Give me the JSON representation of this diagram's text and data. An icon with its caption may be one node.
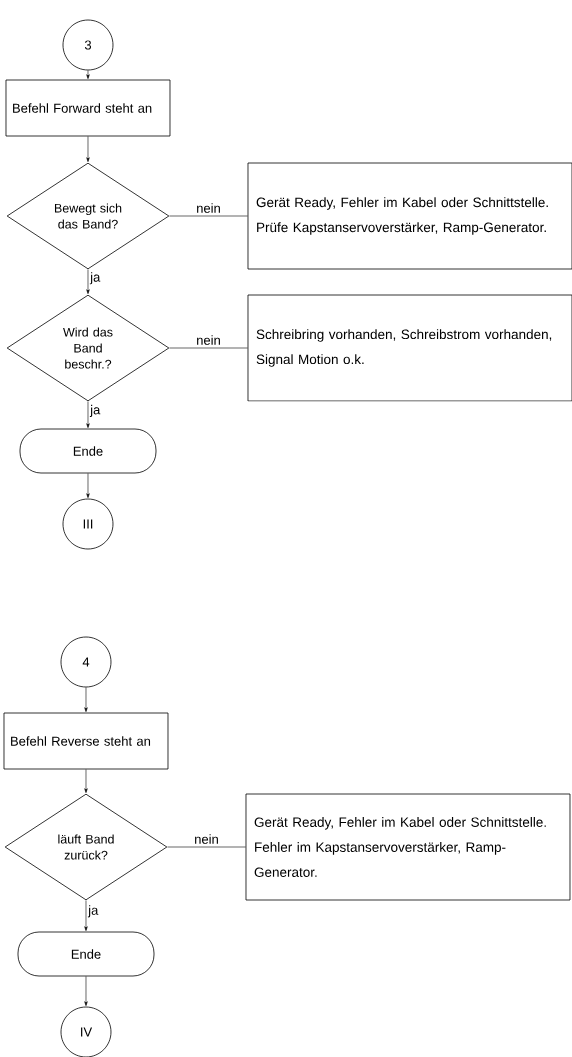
{
  "diagram": {
    "nodes": [
      {
        "text": [
          "3"
        ]
      },
      {
        "text": [
          "Befehl Forward steht an"
        ]
      },
      {
        "text": [
          "Bewegt sich das Band?"
        ]
      },
      {
        "text": [
          "Gerät Ready, Fehler im Kabel oder Schnittstelle. Prüfe Kapstanservoverstärker, Ramp-Generator."
        ]
      },
      {
        "text": [
          "Wird das Band beschr.?"
        ]
      },
      {
        "text": [
          "Schreibring vorhanden, Schreibstrom vorhanden, Signal Motion o.k."
        ]
      },
      {
        "text": [
          "Ende"
        ]
      },
      {
        "text": [
          "III"
        ]
      },
      {
        "text": [
          "4"
        ]
      },
      {
        "text": [
          "Befehl Reverse steht an"
        ]
      },
      {
        "text": [
          "läuft Band zurück?"
        ]
      },
      {
        "text": [
          "Gerät Ready, Fehler im Kabel oder Schnittstelle.",
          "Fehler im Kapstanservoverstärker, Ramp-Generator."
        ]
      },
      {
        "text": [
          "Ende"
        ]
      },
      {
        "text": [
          "IV"
        ]
      }
    ],
    "edges": [
      {
        "from": 0,
        "to": 1,
        "arrow": "to"
      },
      {
        "from": 1,
        "to": 2,
        "arrow": "to"
      },
      {
        "from": 2,
        "to": 3,
        "arrow": "none",
        "label": "nein"
      },
      {
        "from": 2,
        "to": 4,
        "arrow": "to",
        "label": "ja"
      },
      {
        "from": 4,
        "to": 5,
        "arrow": "none",
        "label": "nein"
      },
      {
        "from": 4,
        "to": 6,
        "arrow": "to",
        "label": "ja"
      },
      {
        "from": 6,
        "to": 7,
        "arrow": "to"
      },
      {
        "from": 8,
        "to": 9,
        "arrow": "to"
      },
      {
        "from": 9,
        "to": 10,
        "arrow": "to"
      },
      {
        "from": 10,
        "to": 11,
        "arrow": "none",
        "label": "nein"
      },
      {
        "from": 10,
        "to": 12,
        "arrow": "to",
        "label": "ja"
      },
      {
        "from": 12,
        "to": 13,
        "arrow": "to"
      }
    ]
  }
}
